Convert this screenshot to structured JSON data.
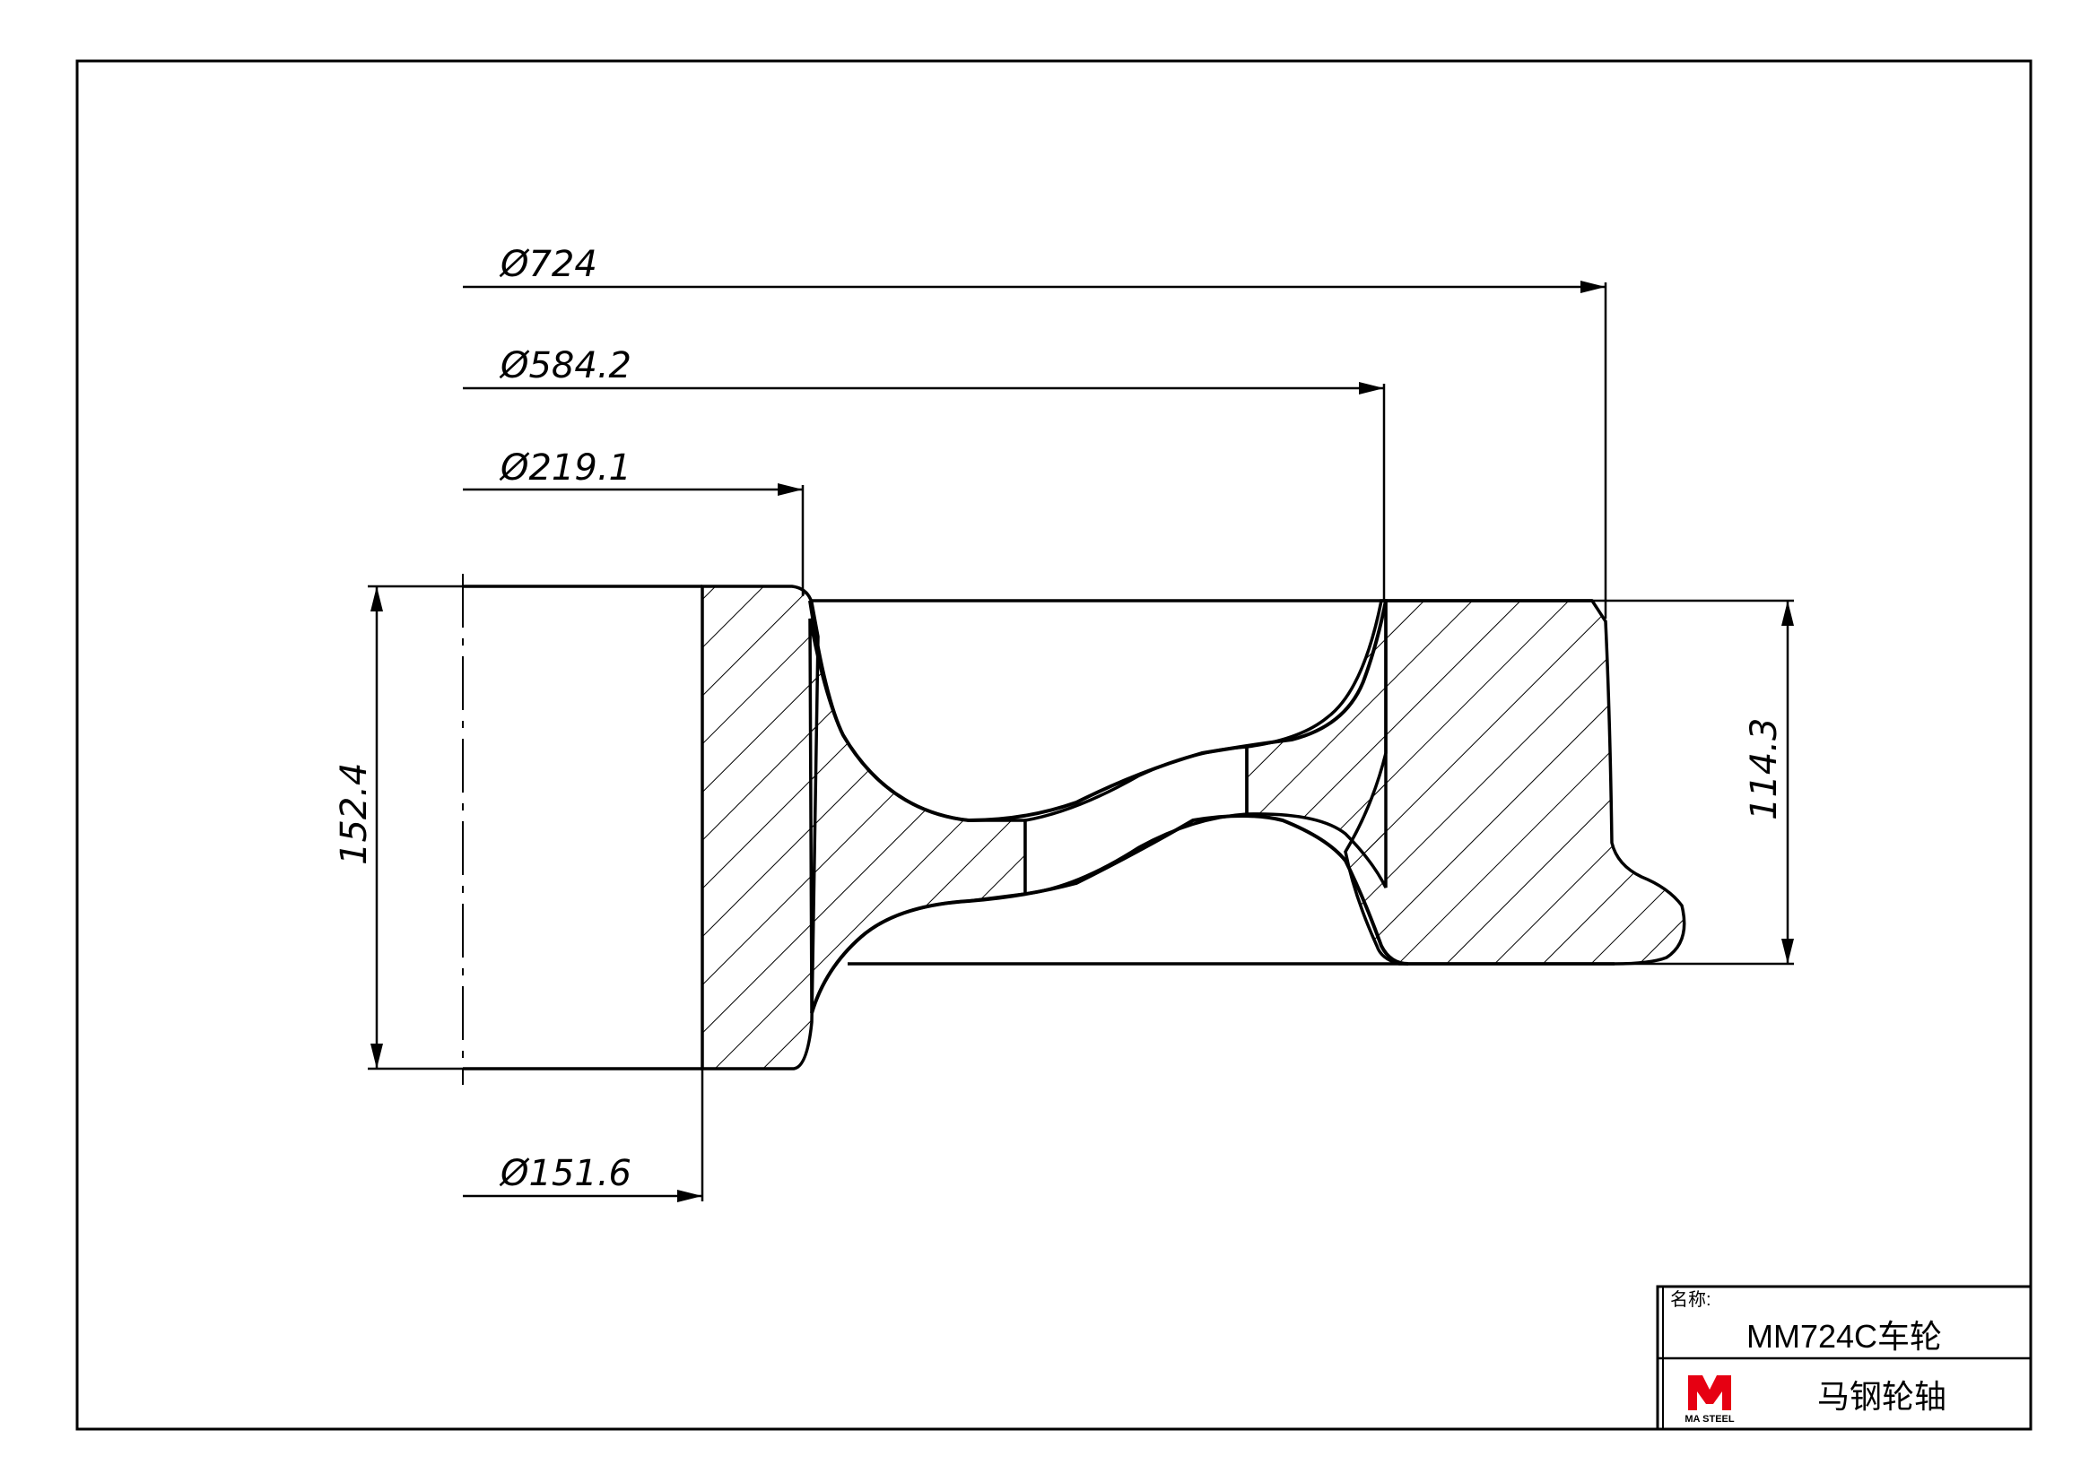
{
  "dimensions": {
    "d724": "Ø724",
    "d584": "Ø584.2",
    "d219": "Ø219.1",
    "d151": "Ø151.6",
    "h152": "152.4",
    "h114": "114.3"
  },
  "title_block": {
    "name_label": "名称:",
    "part_name": "MM724C车轮",
    "company": "马钢轮轴",
    "logo_text": "MA STEEL"
  },
  "colors": {
    "line": "#000000",
    "logo": "#e60012"
  }
}
